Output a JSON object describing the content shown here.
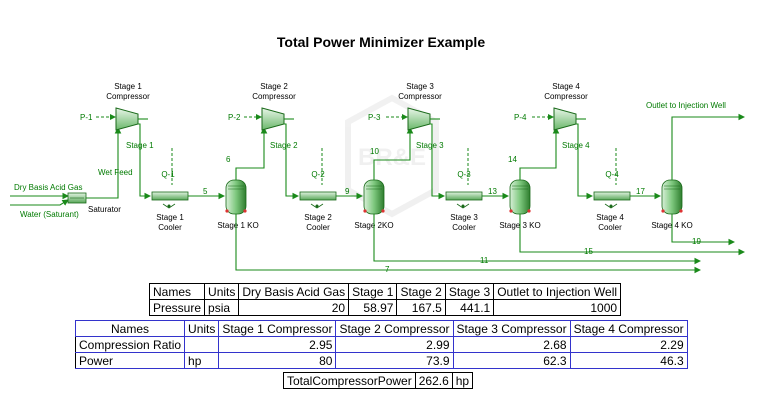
{
  "title": "Total Power Minimizer Example",
  "flowsheet": {
    "compressors": [
      {
        "label_line1": "Stage 1",
        "label_line2": "Compressor",
        "power_stream": "P-1"
      },
      {
        "label_line1": "Stage 2",
        "label_line2": "Compressor",
        "power_stream": "P-2"
      },
      {
        "label_line1": "Stage 3",
        "label_line2": "Compressor",
        "power_stream": "P-3"
      },
      {
        "label_line1": "Stage 4",
        "label_line2": "Compressor",
        "power_stream": "P-4"
      }
    ],
    "coolers": [
      {
        "label_line1": "Stage 1",
        "label_line2": "Cooler",
        "duty": "Q-1"
      },
      {
        "label_line1": "Stage 2",
        "label_line2": "Cooler",
        "duty": "Q-2"
      },
      {
        "label_line1": "Stage 3",
        "label_line2": "Cooler",
        "duty": "Q-3"
      },
      {
        "label_line1": "Stage 4",
        "label_line2": "Cooler",
        "duty": "Q-4"
      }
    ],
    "knockouts": [
      "Stage 1 KO",
      "Stage 2KO",
      "Stage 3 KO",
      "Stage 4 KO"
    ],
    "saturator": "Saturator",
    "feeds": {
      "gas": "Dry Basis Acid Gas",
      "water": "Water (Saturant)",
      "wet": "Wet Feed"
    },
    "outlet": "Outlet to Injection Well",
    "stream_labels": {
      "stage1": "Stage 1",
      "stage2": "Stage 2",
      "stage3": "Stage 3",
      "stage4": "Stage 4",
      "s5": "5",
      "s6": "6",
      "s7": "7",
      "s9": "9",
      "s10": "10",
      "s11": "11",
      "s13": "13",
      "s14": "14",
      "s15": "15",
      "s17": "17",
      "s19": "19"
    },
    "watermark": "BR&E"
  },
  "table_pressure": {
    "headers": [
      "Names",
      "Units",
      "Dry Basis Acid Gas",
      "Stage 1",
      "Stage 2",
      "Stage 3",
      "Outlet to Injection Well"
    ],
    "row": [
      "Pressure",
      "psia",
      "20",
      "58.97",
      "167.5",
      "441.1",
      "1000"
    ]
  },
  "table_compressors": {
    "headers": [
      "Names",
      "Units",
      "Stage 1 Compressor",
      "Stage 2 Compressor",
      "Stage 3 Compressor",
      "Stage 4 Compressor"
    ],
    "rows": [
      [
        "Compression Ratio",
        "",
        "2.95",
        "2.99",
        "2.68",
        "2.29"
      ],
      [
        "Power",
        "hp",
        "80",
        "73.9",
        "62.3",
        "46.3"
      ]
    ]
  },
  "table_total": {
    "label": "TotalCompressorPower",
    "value": "262.6",
    "unit": "hp"
  }
}
